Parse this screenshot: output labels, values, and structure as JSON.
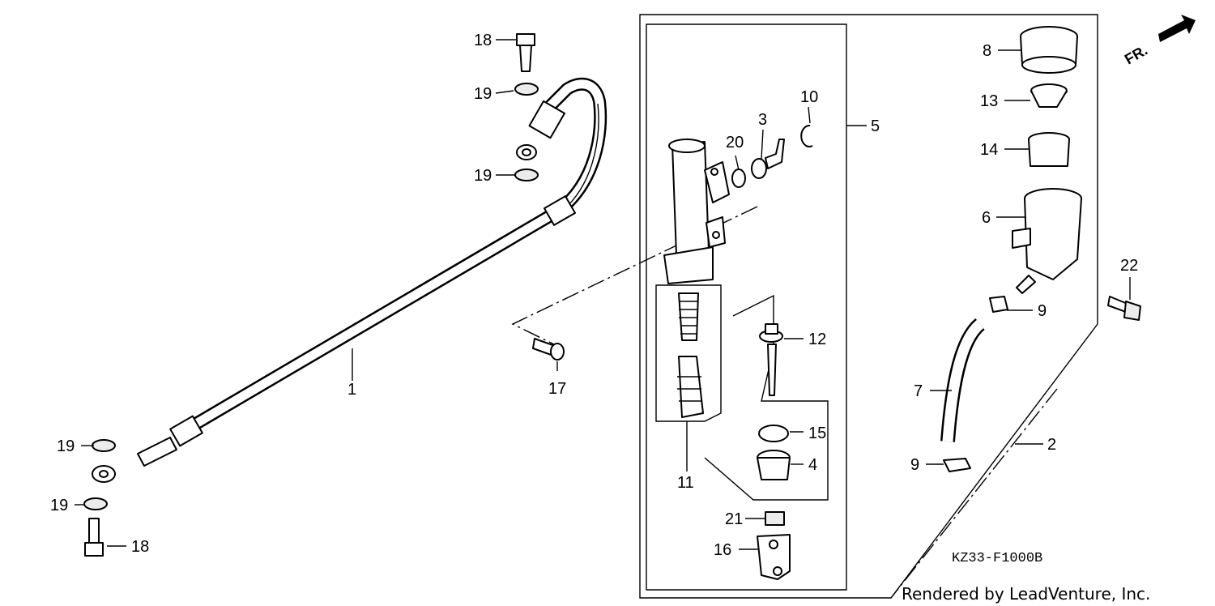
{
  "diagram": {
    "callouts": {
      "c1": "1",
      "c2": "2",
      "c3": "3",
      "c4": "4",
      "c5": "5",
      "c6": "6",
      "c7": "7",
      "c8": "8",
      "c9a": "9",
      "c9b": "9",
      "c10": "10",
      "c11": "11",
      "c12": "12",
      "c13": "13",
      "c14": "14",
      "c15": "15",
      "c16": "16",
      "c17": "17",
      "c18a": "18",
      "c18b": "18",
      "c19a": "19",
      "c19b": "19",
      "c19c": "19",
      "c19d": "19",
      "c20": "20",
      "c21": "21",
      "c22": "22"
    },
    "front_marker": "FR.",
    "drawing_code": "KZ33-F1000B",
    "credit": "Rendered by LeadVenture, Inc."
  }
}
